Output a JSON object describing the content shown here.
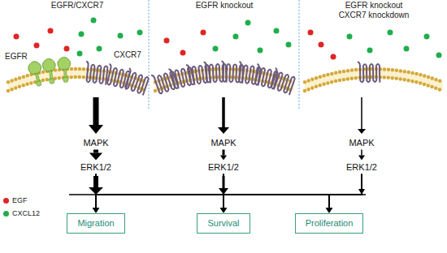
{
  "diagram": {
    "nodes": [
      {
        "text": [
          "MAPK"
        ]
      },
      {
        "text": [
          "MAPK"
        ]
      },
      {
        "text": [
          "MAPK"
        ]
      },
      {
        "text": [
          "ERK1/2"
        ]
      },
      {
        "text": [
          "ERK1/2"
        ]
      },
      {
        "text": [
          "ERK1/2"
        ]
      },
      {
        "text": [
          "Migration"
        ]
      },
      {
        "text": [
          "Survival"
        ]
      },
      {
        "text": [
          "Proliferation"
        ]
      }
    ],
    "edges": [
      {
        "from": 0,
        "to": 3,
        "arrow": "to"
      },
      {
        "from": 1,
        "to": 4,
        "arrow": "to"
      },
      {
        "from": 2,
        "to": 5,
        "arrow": "to"
      },
      {
        "from": 3,
        "to": 6,
        "arrow": "to"
      },
      {
        "from": 3,
        "to": 7,
        "arrow": "to"
      },
      {
        "from": 3,
        "to": 8,
        "arrow": "to"
      },
      {
        "from": 4,
        "to": 6,
        "arrow": "to"
      },
      {
        "from": 4,
        "to": 7,
        "arrow": "to"
      },
      {
        "from": 4,
        "to": 8,
        "arrow": "to"
      },
      {
        "from": 5,
        "to": 6,
        "arrow": "to"
      },
      {
        "from": 5,
        "to": 7,
        "arrow": "to"
      },
      {
        "from": 5,
        "to": 8,
        "arrow": "to"
      }
    ],
    "labels": [
      "EGFR/CXCR7",
      "EGFR knockout",
      "EGFR knockout CXCR7 knockdown",
      "EGFR",
      "CXCR7"
    ],
    "legend": [
      {
        "text": "EGF",
        "color": "#e02424"
      },
      {
        "text": "CXCL12",
        "color": "#1fae4b"
      }
    ]
  }
}
